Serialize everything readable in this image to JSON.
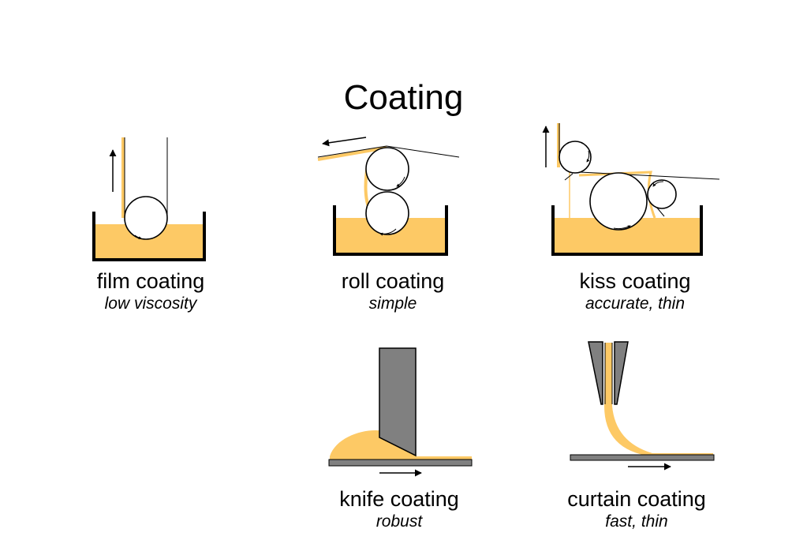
{
  "title": "Coating",
  "colors": {
    "liquid": "#FDC965",
    "blade": "#808080",
    "outline": "#000000"
  },
  "methods": [
    {
      "name": "film coating",
      "note": "low viscosity"
    },
    {
      "name": "roll coating",
      "note": "simple"
    },
    {
      "name": "kiss coating",
      "note": "accurate, thin"
    },
    {
      "name": "knife coating",
      "note": "robust"
    },
    {
      "name": "curtain coating",
      "note": "fast, thin"
    }
  ]
}
